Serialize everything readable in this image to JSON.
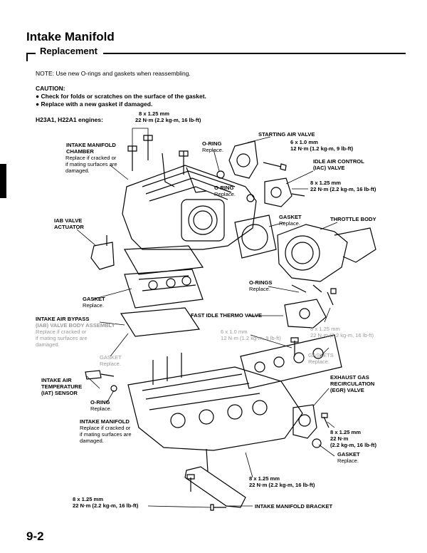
{
  "header": {
    "title": "Intake Manifold",
    "subtitle": "Replacement"
  },
  "note": "NOTE: Use new O-rings and gaskets when reassembling.",
  "caution": {
    "heading": "CAUTION:",
    "items": [
      "Check for folds or scratches on the surface of the gasket.",
      "Replace with a new gasket if damaged."
    ]
  },
  "engines": "H23A1, H22A1 engines:",
  "callouts": {
    "top_bolt_size": "8 x 1.25 mm",
    "top_bolt_torque": "22 N·m (2.2 kg-m, 16 lb-ft)",
    "chamber_name": [
      "INTAKE MANIFOLD",
      "CHAMBER"
    ],
    "chamber_note": [
      "Replace if cracked or",
      "if mating surfaces are",
      "damaged."
    ],
    "oring1_name": "O-RING",
    "oring1_note": "Replace.",
    "oring2_name": "O-RING",
    "oring2_note": "Replace.",
    "starting_air_valve": "STARTING AIR VALVE",
    "sav_bolt_size": "6 x 1.0 mm",
    "sav_bolt_torque": "12 N·m (1.2 kg-m, 9 lb-ft)",
    "iac_name": [
      "IDLE AIR CONTROL",
      "(IAC) VALVE"
    ],
    "iac_bolt_size": "8 x 1.25 mm",
    "iac_bolt_torque": "22 N·m (2.2 kg-m, 16 lb-ft)",
    "gasket_tb_name": "GASKET",
    "gasket_tb_note": "Replace.",
    "throttle_body": "THROTTLE BODY",
    "iab_actuator": [
      "IAB VALVE",
      "ACTUATOR"
    ],
    "gasket_mid_name": "GASKET",
    "gasket_mid_note": "Replace.",
    "orings_name": "O-RINGS",
    "orings_note": "Replace.",
    "fast_idle": "FAST IDLE THERMO VALVE",
    "fitv_bolt_size": "8 x 1.25 mm",
    "fitv_bolt_torque": "22 N·m (2.2 kg-m, 16 lb-ft)",
    "iab_name": [
      "INTAKE AIR BYPASS",
      "(IAB) VALVE BODY ASSEMBLY"
    ],
    "iab_note": [
      "Replace if cracked or",
      "if mating surfaces are",
      "damaged."
    ],
    "mid_bolt_size": "6 x 1.0 mm",
    "mid_bolt_torque": "12 N·m (1.2 kg-m, 9 lb-ft)",
    "gaskets_name": "GASKETS",
    "gaskets_note": "Replace.",
    "gasket_low_name": "GASKET",
    "gasket_low_note": "Replace.",
    "iat_name": [
      "INTAKE AIR",
      "TEMPERATURE",
      "(IAT) SENSOR"
    ],
    "egr_name": [
      "EXHAUST GAS",
      "RECIRCULATION",
      "(EGR) VALVE"
    ],
    "oring3_name": "O-RING",
    "oring3_note": "Replace.",
    "manifold_name": "INTAKE MANIFOLD",
    "manifold_note": [
      "Replace if cracked or",
      "if mating surfaces are",
      "damaged."
    ],
    "egr_bolt_size": "8 x 1.25 mm",
    "egr_bolt_torque": [
      "22 N·m",
      "(2.2 kg-m, 16 lb-ft)"
    ],
    "gasket_egr_name": "GASKET",
    "gasket_egr_note": "Replace.",
    "bottom_bolt_size": "8 x 1.25 mm",
    "bottom_bolt_torque": "22 N·m (2.2 kg-m, 16 lb-ft)",
    "left_bolt_size": "8 x 1.25 mm",
    "left_bolt_torque": "22 N·m (2.2 kg-m, 16 lb-ft)",
    "bracket": "INTAKE MANIFOLD BRACKET"
  },
  "page_number": "9-2"
}
